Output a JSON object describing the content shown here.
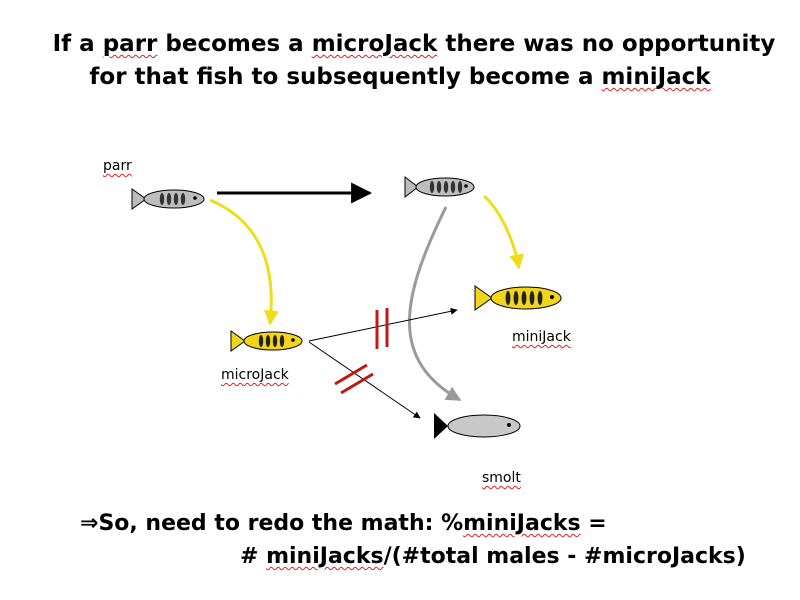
{
  "title": {
    "line1_pre": "If a ",
    "line1_w1": "parr",
    "line1_mid": " becomes a ",
    "line1_w2": "microJack",
    "line1_post": " there was no opportunity",
    "line2_pre": "for that fish to subsequently become a ",
    "line2_w": "miniJack"
  },
  "labels": {
    "parr": "parr",
    "microjack": "microJack",
    "minijack": "miniJack",
    "smolt": "smolt"
  },
  "conclusion": {
    "arrow": "⇒",
    "line1": "So, need to redo the math: %",
    "line1_w": "miniJacks",
    "line1_post": " =",
    "line2_pre": "# ",
    "line2_w": "miniJacks",
    "line2_post": "/(#total males - #microJacks)"
  },
  "colors": {
    "yellow": "#f2d418",
    "arrow_yellow": "#f0dd1a",
    "gray_fish": "#c8c8c8",
    "gray_arrow": "#9a9a9a",
    "block_red": "#c01818"
  }
}
